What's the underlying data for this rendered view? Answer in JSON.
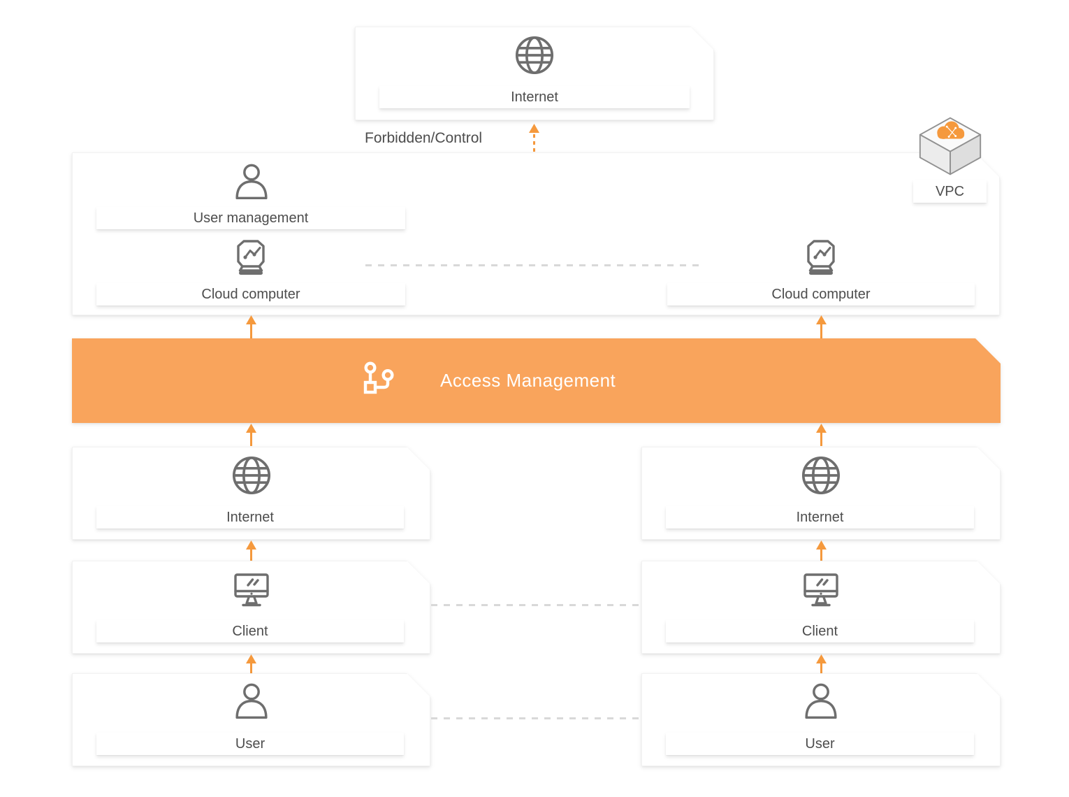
{
  "diagram": {
    "top_internet": {
      "label": "Internet"
    },
    "forbidden_control_label": "Forbidden/Control",
    "vpc": {
      "badge_label": "VPC",
      "user_management": {
        "label": "User management"
      },
      "cloud_computer_left": {
        "label": "Cloud computer"
      },
      "cloud_computer_right": {
        "label": "Cloud computer"
      }
    },
    "access_management": {
      "label": "Access Management"
    },
    "left_flow": {
      "internet": "Internet",
      "client": "Client",
      "user": "User"
    },
    "right_flow": {
      "internet": "Internet",
      "client": "Client",
      "user": "User"
    },
    "colors": {
      "banner_orange": "#F9A45C",
      "arrow_orange": "#F5993D",
      "icon_gray": "#6E6E6E",
      "label_text_gray": "#4D4D4D",
      "dash_gray": "#D8D8D8",
      "vpc_cloud_orange": "#F5993D"
    }
  }
}
